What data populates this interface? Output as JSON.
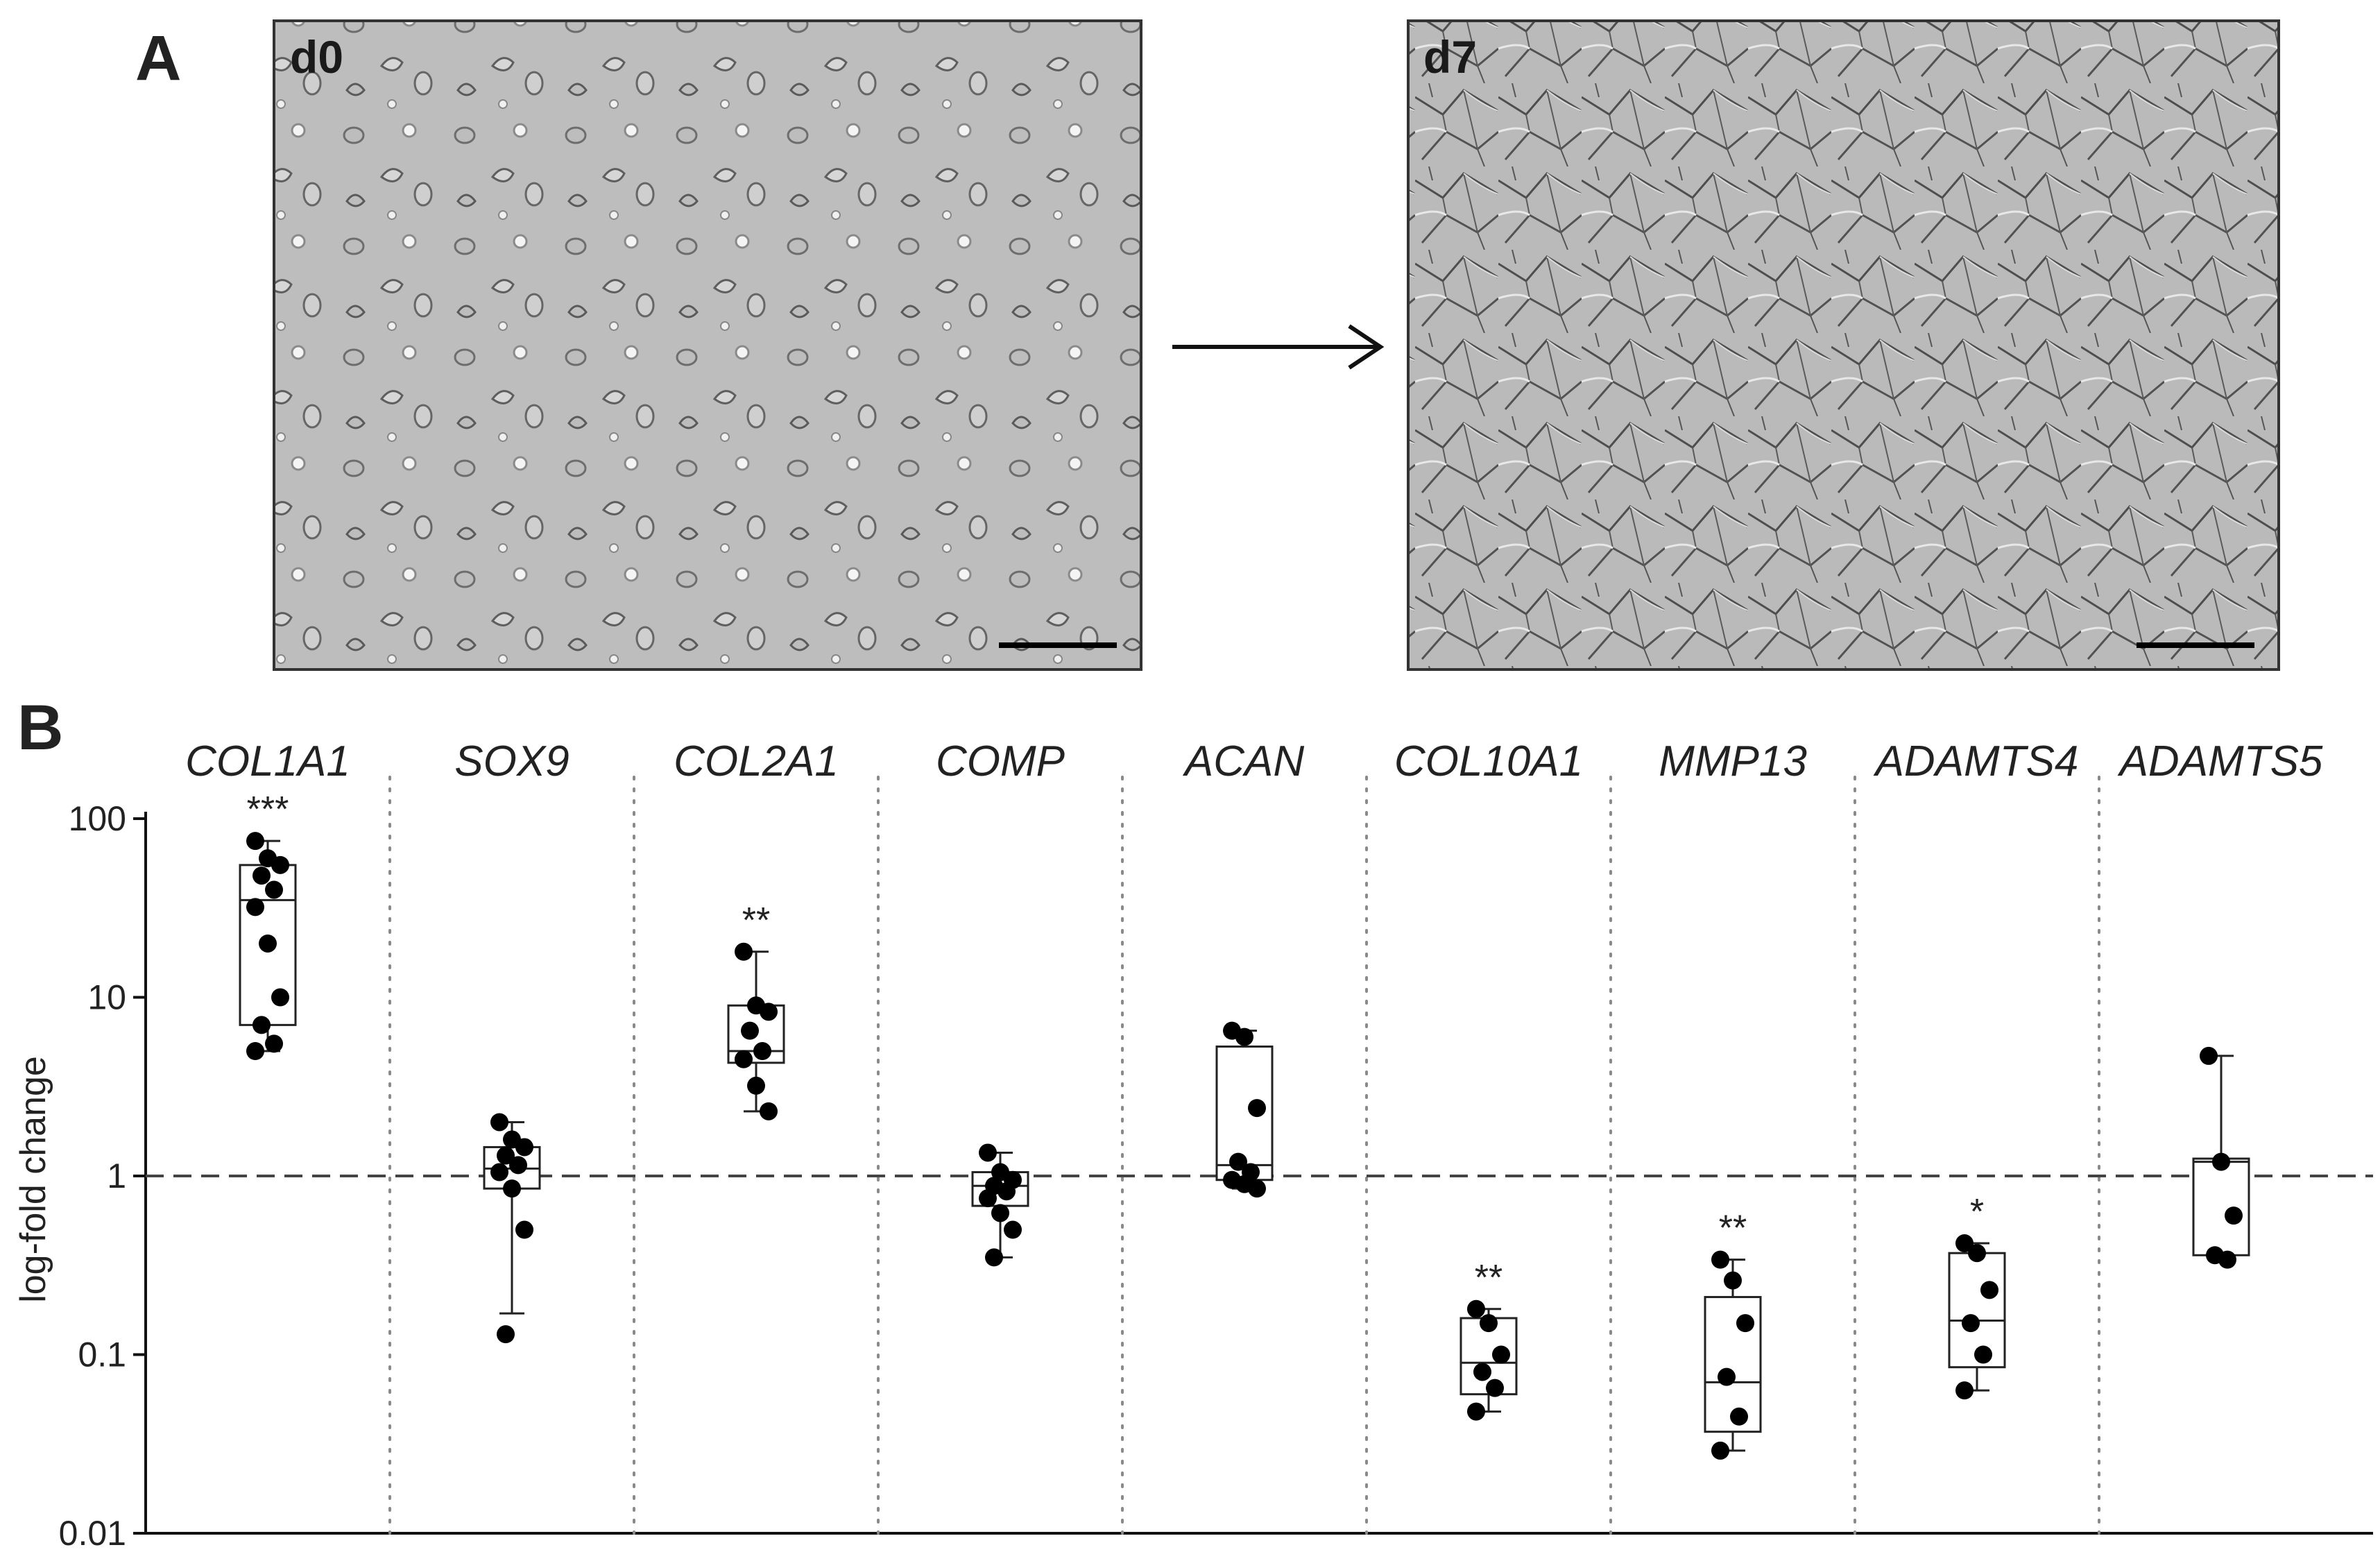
{
  "panel_a": {
    "letter": "A",
    "images": [
      {
        "label": "d0",
        "description_icon": "cell-micrograph"
      },
      {
        "label": "d7",
        "description_icon": "cell-micrograph"
      }
    ],
    "arrow_icon": "right-arrow-icon"
  },
  "panel_b": {
    "letter": "B"
  },
  "chart_data": {
    "type": "box",
    "title": "",
    "xlabel": "",
    "ylabel": "log-fold change",
    "yscale": "log",
    "ylim": [
      0.01,
      100
    ],
    "yticks": [
      "0.01",
      "0.1",
      "1",
      "10",
      "100"
    ],
    "ytick_values": [
      0.01,
      0.1,
      1,
      10,
      100
    ],
    "reference_line": 1,
    "categories": [
      "COL1A1",
      "SOX9",
      "COL2A1",
      "COMP",
      "ACAN",
      "COL10A1",
      "MMP13",
      "ADAMTS4",
      "ADAMTS5"
    ],
    "significance": [
      "***",
      "",
      "**",
      "",
      "",
      "**",
      "**",
      "*",
      ""
    ],
    "boxes": [
      {
        "min": 5,
        "q1": 7,
        "median": 35,
        "q3": 55,
        "max": 75
      },
      {
        "min": 0.17,
        "q1": 0.85,
        "median": 1.1,
        "q3": 1.45,
        "max": 2.0
      },
      {
        "min": 2.3,
        "q1": 4.3,
        "median": 5,
        "q3": 9,
        "max": 18
      },
      {
        "min": 0.35,
        "q1": 0.68,
        "median": 0.88,
        "q3": 1.05,
        "max": 1.35
      },
      {
        "min": 0.85,
        "q1": 0.95,
        "median": 1.15,
        "q3": 5.3,
        "max": 6.5
      },
      {
        "min": 0.048,
        "q1": 0.06,
        "median": 0.09,
        "q3": 0.16,
        "max": 0.18
      },
      {
        "min": 0.029,
        "q1": 0.037,
        "median": 0.07,
        "q3": 0.21,
        "max": 0.34
      },
      {
        "min": 0.063,
        "q1": 0.085,
        "median": 0.155,
        "q3": 0.37,
        "max": 0.42
      },
      {
        "min": 0.34,
        "q1": 0.36,
        "median": 1.2,
        "q3": 1.25,
        "max": 4.7
      }
    ],
    "points": [
      [
        75,
        60,
        55,
        48,
        40,
        32,
        20,
        10,
        7,
        5.5,
        5
      ],
      [
        2.0,
        1.6,
        1.45,
        1.3,
        1.15,
        1.05,
        0.85,
        0.5,
        0.13
      ],
      [
        18,
        9,
        8.3,
        6.5,
        5,
        4.5,
        3.2,
        2.3
      ],
      [
        1.35,
        1.05,
        0.95,
        0.88,
        0.82,
        0.75,
        0.62,
        0.5,
        0.35
      ],
      [
        6.5,
        6.0,
        2.4,
        1.2,
        1.05,
        0.95,
        0.9,
        0.85
      ],
      [
        0.18,
        0.15,
        0.1,
        0.08,
        0.065,
        0.048
      ],
      [
        0.34,
        0.26,
        0.15,
        0.075,
        0.045,
        0.029
      ],
      [
        0.42,
        0.37,
        0.23,
        0.15,
        0.1,
        0.063
      ],
      [
        4.7,
        1.2,
        0.6,
        0.36,
        0.34
      ]
    ],
    "grid": "vertical dotted separators between groups"
  }
}
